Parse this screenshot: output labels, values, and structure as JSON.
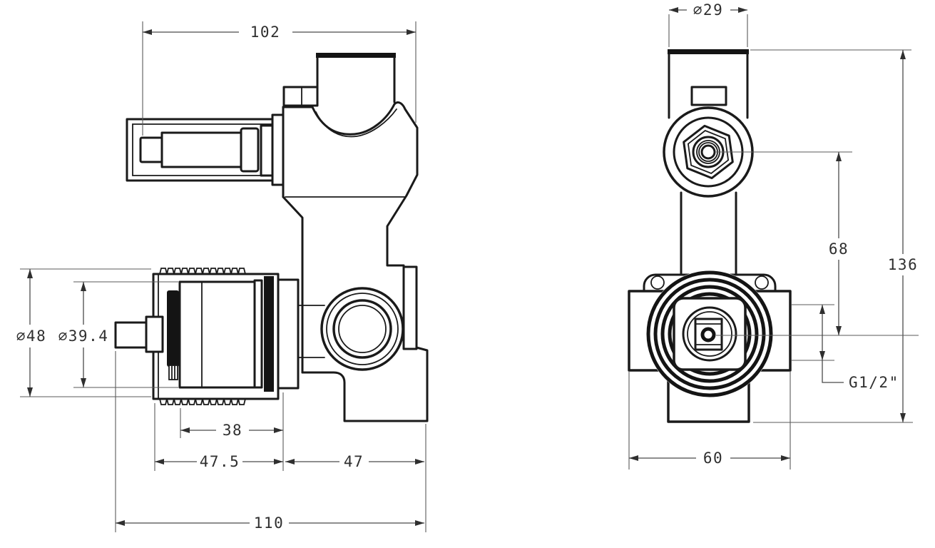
{
  "drawing": {
    "type": "technical-orthographic-drawing",
    "subject": "concealed-valve-body",
    "background_color": "#ffffff",
    "line_color": "#1a1a1a",
    "dimension_color": "#2f2f2f",
    "views": {
      "side_view": {
        "name": "side view",
        "dimensions": {
          "width_top": "102",
          "cartridge_outer_dia": "∅48",
          "cartridge_body_dia": "∅39.4",
          "cartridge_length": "38",
          "cartridge_total_length": "47.5",
          "body_depth": "47",
          "total_depth": "110"
        }
      },
      "front_view": {
        "name": "front view",
        "dimensions": {
          "top_pipe_dia": "∅29",
          "center_height": "68",
          "total_height": "136",
          "side_port_thread": "G1/2\"",
          "body_width": "60"
        }
      }
    }
  }
}
